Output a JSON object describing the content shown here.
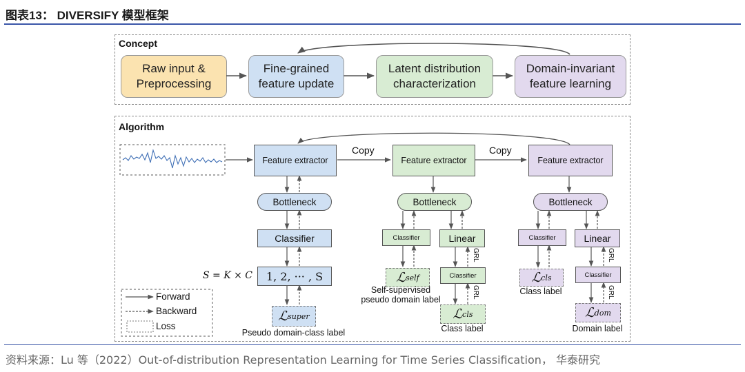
{
  "header": {
    "title": "图表13： DIVERSIFY 模型框架"
  },
  "footer": {
    "source": "资料来源：Lu 等（2022）Out-of-distribution Representation Learning for Time Series Classification， 华泰研究"
  },
  "concept": {
    "title": "Concept",
    "steps": [
      "Raw input &\nPreprocessing",
      "Fine-grained\nfeature update",
      "Latent distribution\ncharacterization",
      "Domain-invariant\nfeature learning"
    ]
  },
  "algorithm": {
    "title": "Algorithm",
    "feature_extractor": "Feature extractor",
    "copy": "Copy",
    "bottleneck": "Bottleneck",
    "classifier": "Classifier",
    "linear": "Linear",
    "grl": "GRL",
    "formula": "S = K × C",
    "range": "1, 2, ··· , S",
    "loss_symbol": "ℒ",
    "loss_super_sub": "super",
    "loss_self_sub": "self",
    "loss_cls_sub": "cls",
    "loss_dom_sub": "dom",
    "pseudo_domain_class_label": "Pseudo domain-class label",
    "self_supervised_label": "Self-supervised\npseudo domain label",
    "class_label": "Class label",
    "domain_label": "Domain label"
  },
  "legend": {
    "forward": "Forward",
    "backward": "Backward",
    "loss": "Loss"
  },
  "colors": {
    "orange": "#fbe3b0",
    "blue": "#cfe0f3",
    "green": "#d8ecd3",
    "purple": "#e2d9ee",
    "rule": "#3a56a8",
    "signal": "#3f6fb5"
  }
}
